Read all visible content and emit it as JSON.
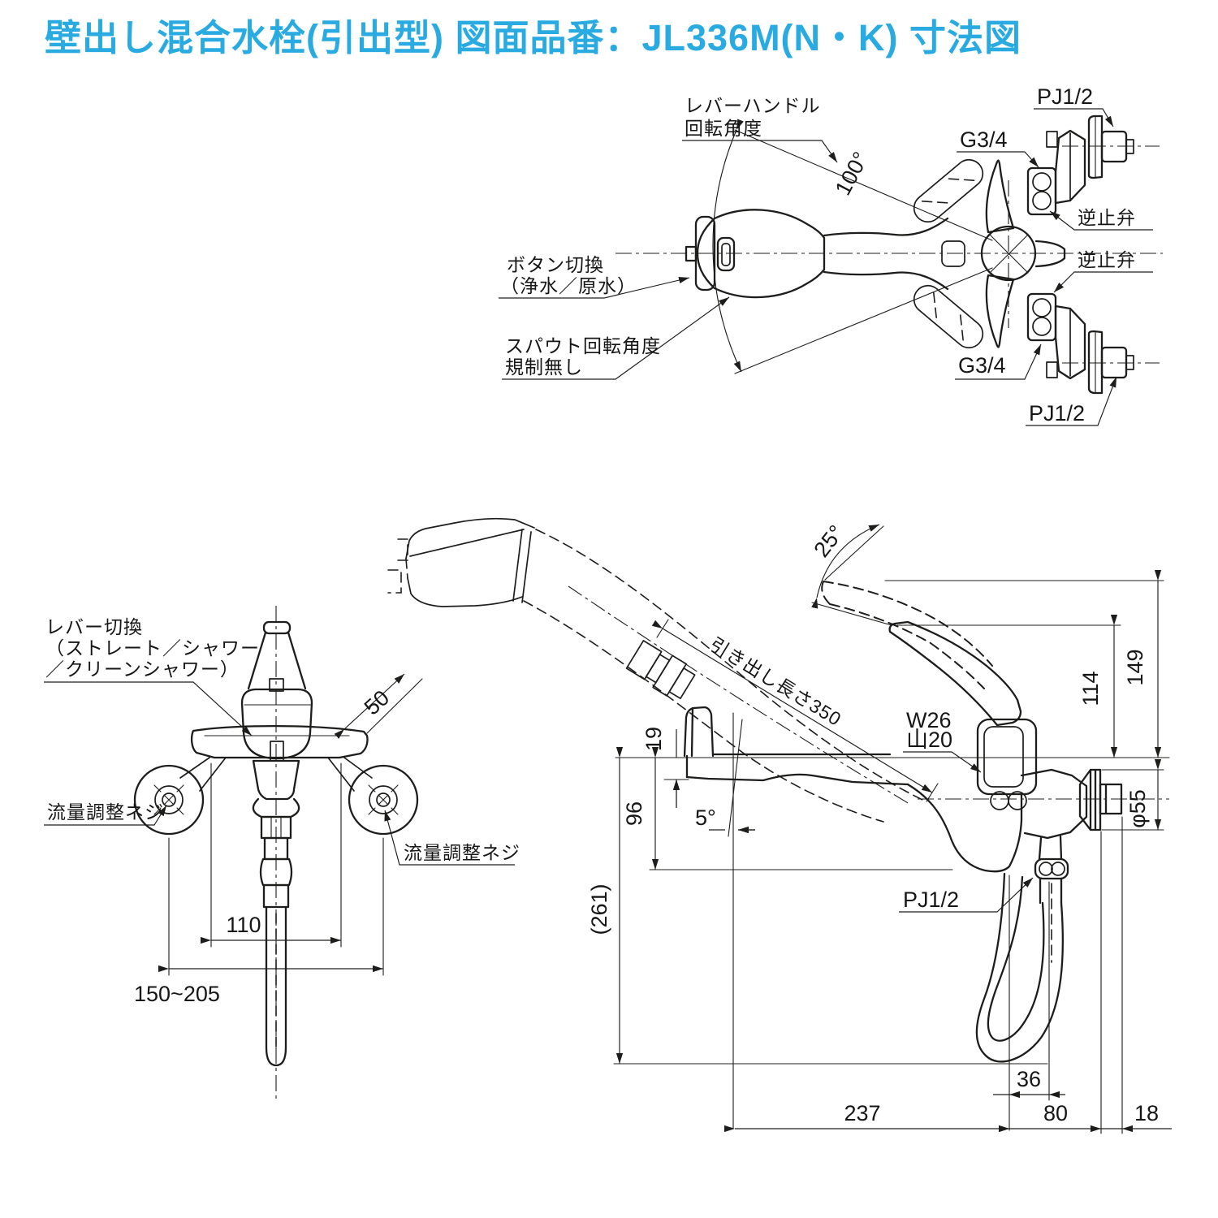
{
  "title": "壁出し混合水栓(引出型) 図面品番：JL336M(N・K) 寸法図",
  "colors": {
    "accent": "#29abe2",
    "line": "#1d1d1b"
  },
  "top_view": {
    "labels": {
      "lever_line1": "レバーハンドル",
      "lever_line2": "回転角度",
      "angle": "100°",
      "pj_top": "PJ1/2",
      "g_top": "G3/4",
      "check_valve_upper": "逆止弁",
      "check_valve_lower": "逆止弁",
      "g_bottom": "G3/4",
      "pj_bottom": "PJ1/2",
      "button_line1": "ボタン切換",
      "button_line2": "（浄水／原水）",
      "spout_line1": "スパウト回転角度",
      "spout_line2": "規制無し"
    }
  },
  "front_view": {
    "labels": {
      "lever_line1": "レバー切換",
      "lever_line2": "（ストレート／シャワー",
      "lever_line3": "／クリーンシャワー）",
      "flow_screw_left": "流量調整ネジ",
      "flow_screw_right": "流量調整ネジ"
    },
    "dims": {
      "d50": "50",
      "d110": "110",
      "d150": "150~205"
    }
  },
  "side_view": {
    "labels": {
      "pull_length": "引き出し長さ350",
      "thread_line1": "W26",
      "thread_line2": "山20",
      "pj": "PJ1/2"
    },
    "dims": {
      "a25": "25°",
      "d19": "19",
      "d96": "96",
      "a5": "5°",
      "d114": "114",
      "d149": "149",
      "dia55": "φ55",
      "d261": "(261)",
      "d36": "36",
      "d237": "237",
      "d80": "80",
      "d18": "18"
    }
  }
}
